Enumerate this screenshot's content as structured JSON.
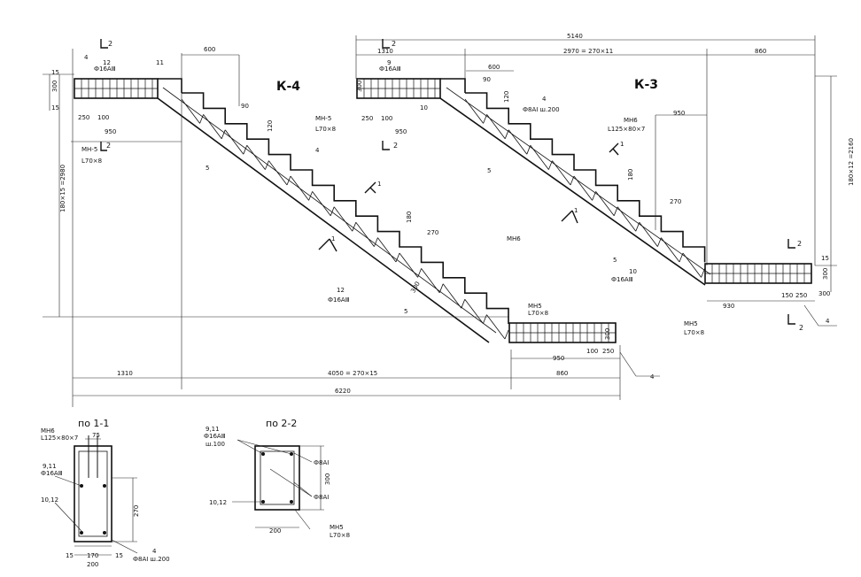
{
  "k4": {
    "title": "К-4",
    "top_labels": {
      "section": "2",
      "pos_4": "4",
      "pos_12": "12",
      "bar_12": "Ф16АⅢ",
      "pos_11": "11",
      "dim_600": "600"
    },
    "left_dims": {
      "d15a": "15",
      "d300": "300",
      "d15b": "15",
      "d250": "250",
      "d100": "100",
      "d950": "950",
      "mn5": "МН-5",
      "l70": "L70×8",
      "section2": "2",
      "vertical": "180×15 =2980"
    },
    "stair_labels": {
      "pos5a": "5",
      "pos4": "4",
      "d90": "90",
      "d120": "120",
      "d180": "180",
      "d270": "270",
      "mn6": "МН6",
      "pos12": "12",
      "bar12": "Ф16АⅢ",
      "pos5b": "5",
      "d300": "300",
      "mn5": "МН5",
      "l70": "L70×8",
      "sect1a": "1",
      "sect1b": "1"
    },
    "bottom_labels": {
      "d300": "300",
      "d950": "950",
      "d100": "100",
      "d250": "250",
      "d860": "860",
      "pos4": "4"
    },
    "bottom_dims": {
      "d1310": "1310",
      "d4050": "4050 = 270×15",
      "d6220": "6220"
    }
  },
  "k3": {
    "title": "К-3",
    "top_labels": {
      "section": "2",
      "d5140": "5140",
      "d1310": "1310",
      "d2970": "2970 = 270×11",
      "d860": "860",
      "pos9": "9",
      "bar9": "Ф16АⅢ",
      "d600": "600",
      "d90": "90",
      "d300": "300",
      "d120": "120",
      "pos4": "4",
      "bar4": "Ф8АⅠ ш.200"
    },
    "left_labels": {
      "mn5": "МН-5",
      "d250": "250",
      "d100": "100",
      "l70": "L70×8",
      "pos10": "10",
      "d950": "950",
      "sect2": "2",
      "pos5": "5"
    },
    "mid_labels": {
      "mn6": "МН6",
      "l125": "L125×80×7",
      "d950": "950",
      "d180": "180",
      "d270": "270",
      "sect1a": "1",
      "sect1b": "1"
    },
    "right_labels": {
      "vertical": "180×12 =2160",
      "section2": "2",
      "d15": "15",
      "d300a": "300",
      "d300b": "300",
      "d150": "150",
      "d250": "250",
      "pos5": "5",
      "pos10": "10",
      "bar10": "Ф16АⅢ",
      "d930": "930",
      "mn5": "МН5",
      "l70": "L70×8",
      "sect2b": "2",
      "pos4": "4"
    }
  },
  "section11": {
    "title": "по 1-1",
    "labels": {
      "mn6": "МН6",
      "l125": "L125×80×7",
      "d75": "75",
      "pos911": "9,11",
      "bar911": "Ф16АⅢ",
      "pos1012": "10,12",
      "d270": "270",
      "d15a": "15",
      "d170": "170",
      "d15b": "15",
      "d200": "200",
      "pos4": "4",
      "bar4": "Ф8АⅠ ш.200"
    }
  },
  "section22": {
    "title": "по 2-2",
    "labels": {
      "pos911": "9,11",
      "bar911": "Ф16АⅢ",
      "step": "ш.100",
      "bar8a": "Ф8АⅠ",
      "d300": "300",
      "bar8b": "Ф8АⅠ",
      "pos1012": "10,12",
      "d200": "200",
      "mn5": "МН5",
      "l70": "L70×8"
    }
  }
}
